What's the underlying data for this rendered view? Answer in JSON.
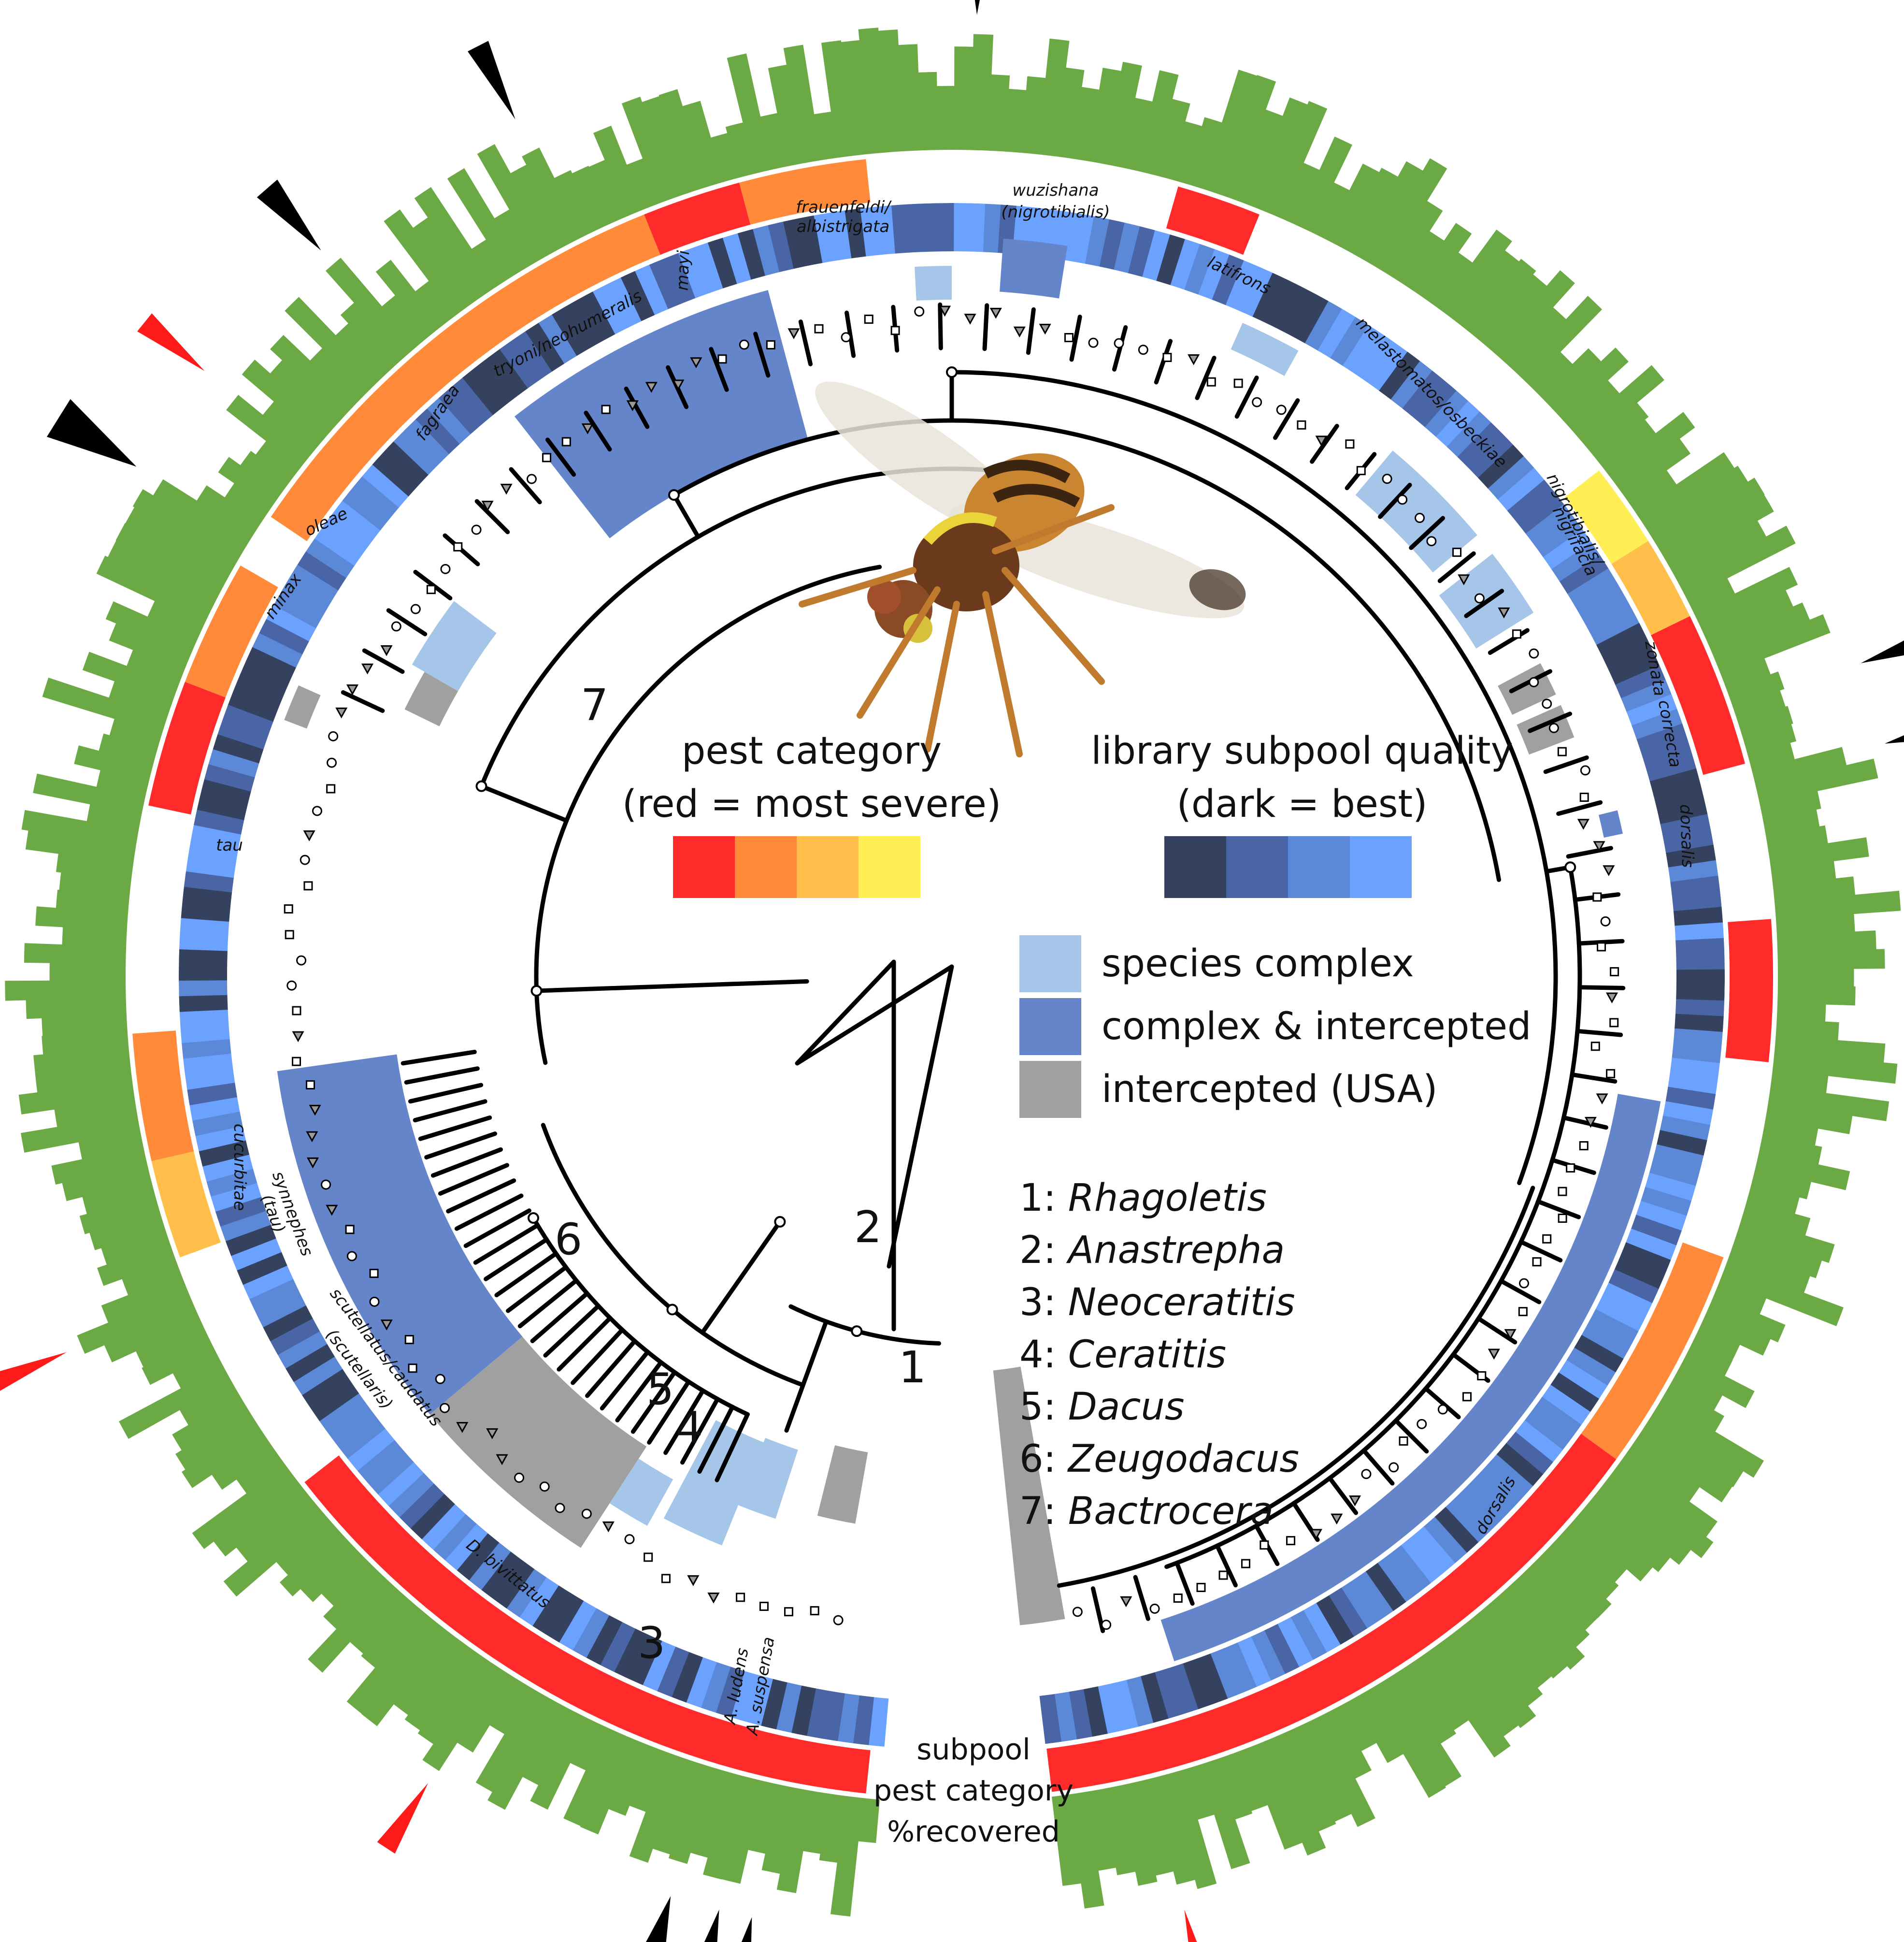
{
  "legend": {
    "pest_title": "pest category",
    "pest_subtitle": "(red = most severe)",
    "pest_colors": [
      "#ff2a2a",
      "#ff8a3a",
      "#ffbf4a",
      "#ffef55"
    ],
    "quality_title": "library subpool quality",
    "quality_subtitle": "(dark = best)",
    "quality_colors": [
      "#34425f",
      "#4a65a5",
      "#5b89d8",
      "#6ba2ff"
    ],
    "box_items": [
      {
        "label": "species complex",
        "color": "#a5c6e8"
      },
      {
        "label": "complex & intercepted",
        "color": "#6485c9"
      },
      {
        "label": "intercepted (USA)",
        "color": "#a0a0a0"
      }
    ]
  },
  "genera": [
    {
      "num": "1:",
      "name": "Rhagoletis"
    },
    {
      "num": "2:",
      "name": "Anastrepha"
    },
    {
      "num": "3:",
      "name": "Neoceratitis"
    },
    {
      "num": "4:",
      "name": "Ceratitis"
    },
    {
      "num": "5:",
      "name": "Dacus"
    },
    {
      "num": "6:",
      "name": "Zeugodacus"
    },
    {
      "num": "7:",
      "name": "Bactrocera"
    }
  ],
  "node_numbers": [
    "1",
    "2",
    "3",
    "4",
    "5",
    "6",
    "7"
  ],
  "ring_names": [
    "subpool",
    "pest category",
    "%recovered"
  ],
  "clades": [
    {
      "label": "tryoni/neohumeralis",
      "kind": "complex & intercepted"
    },
    {
      "label": "fagraea",
      "kind": "species complex"
    },
    {
      "label": "oleae",
      "kind": "intercepted (USA)"
    },
    {
      "label": "minax",
      "kind": "intercepted (USA)"
    },
    {
      "label": "mayi",
      "kind": "species complex"
    },
    {
      "label": "frauenfeldi/",
      "kind": "complex & intercepted"
    },
    {
      "label": "albistrigata",
      "kind": "complex & intercepted"
    },
    {
      "label": "wuzishana",
      "kind": "none"
    },
    {
      "label": "(nigrotibialis)",
      "kind": "none"
    },
    {
      "label": "latifrons",
      "kind": "species complex"
    },
    {
      "label": "melastomatos/osbeckiae",
      "kind": "species complex"
    },
    {
      "label": "nigrotibialis/",
      "kind": "species complex"
    },
    {
      "label": "nigrifacia",
      "kind": "species complex"
    },
    {
      "label": "zonata",
      "kind": "intercepted (USA)"
    },
    {
      "label": "correcta",
      "kind": "intercepted (USA)"
    },
    {
      "label": "dorsalis",
      "kind": "complex & intercepted"
    },
    {
      "label": "dorsalis",
      "kind": "complex & intercepted"
    },
    {
      "label": "tau",
      "kind": "complex & intercepted"
    },
    {
      "label": "cucurbitae",
      "kind": "intercepted (USA)"
    },
    {
      "label": "synnephes",
      "kind": "species complex"
    },
    {
      "label": "(tau)",
      "kind": "species complex"
    },
    {
      "label": "scutellatus/caudatus",
      "kind": "species complex"
    },
    {
      "label": "(scutellaris)",
      "kind": "species complex"
    },
    {
      "label": "D. bivittatus",
      "kind": "intercepted (USA)"
    },
    {
      "label": "A. ludens",
      "kind": "intercepted (USA)"
    },
    {
      "label": "A. suspensa",
      "kind": "intercepted (USA)"
    }
  ],
  "ring_colors": {
    "recovered": "#6aa944",
    "pest_missing": "#ffffff",
    "complex_light": "#a5c6e8",
    "complex_dark": "#6485c9",
    "intercepted": "#a0a0a0"
  },
  "markers": {
    "black": "#000000",
    "red": "#ff1a1a"
  }
}
